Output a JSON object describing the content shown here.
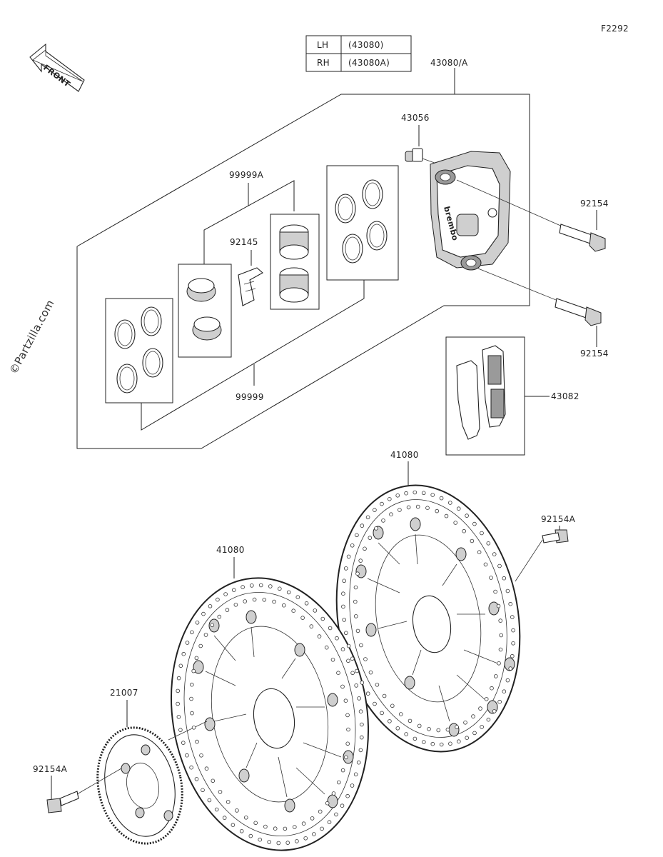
{
  "figure_code": "F2292",
  "front_label": "FRONT",
  "watermark": "©Partzilla.com",
  "caliper_table": {
    "rows": [
      {
        "side": "LH",
        "part": "(43080)"
      },
      {
        "side": "RH",
        "part": "(43080A)"
      }
    ]
  },
  "callouts": {
    "caliper_assy": "43080/A",
    "bleeder": "43056",
    "seal_kit_a": "99999A",
    "pad_spring": "92145",
    "seal_kit": "99999",
    "caliper_bolt_upper": "92154",
    "caliper_bolt_lower": "92154",
    "brake_pads": "43082",
    "disc_right": "41080",
    "disc_left": "41080",
    "disc_bolt_right": "92154A",
    "sensor_rotor": "21007",
    "disc_bolt_left": "92154A"
  },
  "caliper_brand": "brembo",
  "colors": {
    "line": "#222222",
    "part_fill": "#ffffff",
    "shade": "#cfcfcf"
  }
}
